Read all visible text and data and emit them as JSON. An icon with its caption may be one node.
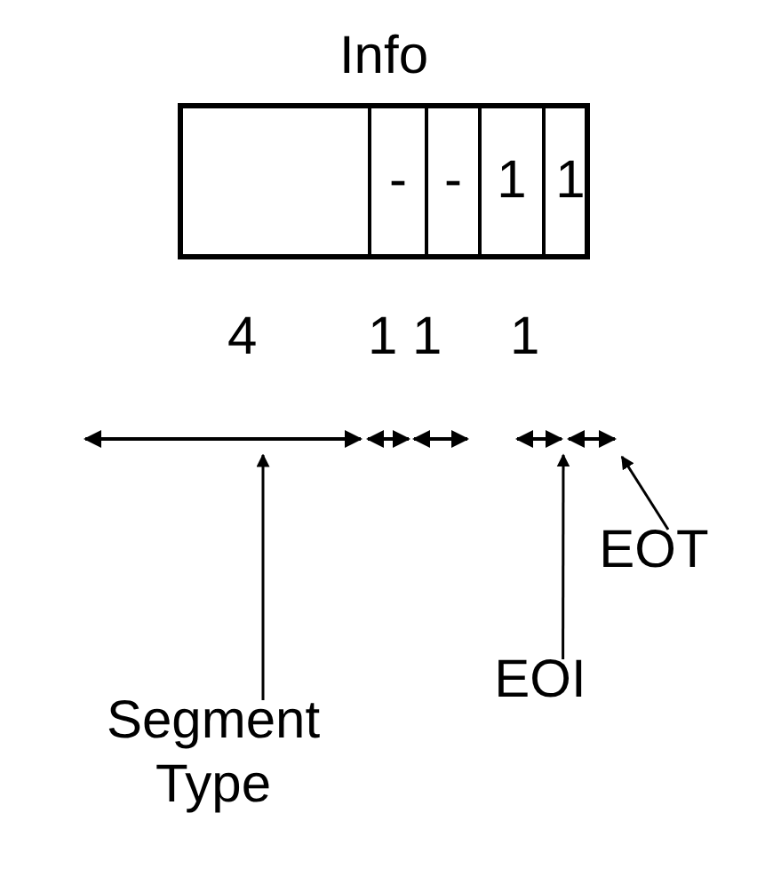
{
  "diagram": {
    "nodes": [
      {
        "text": [
          "Info"
        ]
      },
      {
        "text": [],
        "shape": "box",
        "in": 0
      },
      {
        "text": [
          "-"
        ],
        "in": 0
      },
      {
        "text": [
          "-"
        ],
        "in": 0
      },
      {
        "text": [
          "1"
        ],
        "in": 0
      },
      {
        "text": [
          "1"
        ],
        "in": 0
      },
      {
        "text": [
          "Segment Type"
        ]
      },
      {
        "text": [
          "EOI"
        ]
      },
      {
        "text": [
          "EOT"
        ]
      }
    ],
    "edges": [
      {
        "from": 6,
        "to": null,
        "arrow": "to"
      },
      {
        "from": 7,
        "to": null,
        "arrow": "to"
      },
      {
        "from": 8,
        "to": null,
        "arrow": "to"
      }
    ],
    "labels": [
      "4",
      "1",
      "1",
      "1"
    ]
  }
}
